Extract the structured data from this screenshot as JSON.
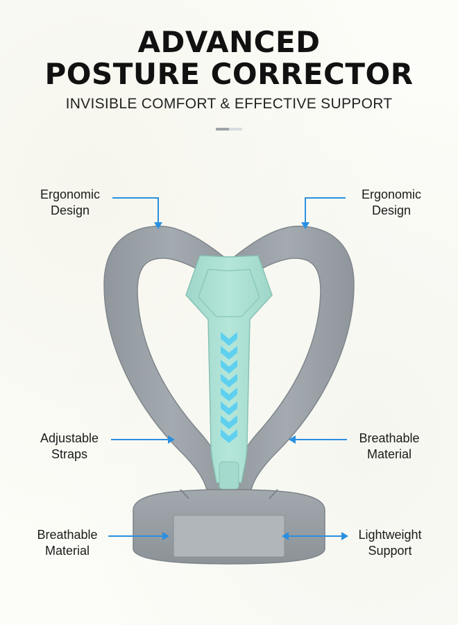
{
  "header": {
    "title_line1": "ADVANCED",
    "title_line2": "POSTURE CORRECTOR",
    "subtitle": "INVISIBLE COMFORT & EFFECTIVE SUPPORT"
  },
  "callouts": {
    "top_left": {
      "line1": "Ergonomic",
      "line2": "Design"
    },
    "top_right": {
      "line1": "Ergonomic",
      "line2": "Design"
    },
    "mid_left": {
      "line1": "Adjustable",
      "line2": "Straps"
    },
    "mid_right": {
      "line1": "Breathable",
      "line2": "Material"
    },
    "bottom_left": {
      "line1": "Breathable",
      "line2": "Material"
    },
    "bottom_right": {
      "line1": "Lightweight",
      "line2": "Support"
    }
  },
  "colors": {
    "strap_gray": "#9aa1a6",
    "strap_dark": "#858c92",
    "panel_mint": "#a9dfd3",
    "chevron_blue": "#5fd0f0",
    "arrow_blue": "#2b8fe0",
    "text_dark": "#111111"
  },
  "icons": {
    "pointer": "arrow-icon"
  }
}
